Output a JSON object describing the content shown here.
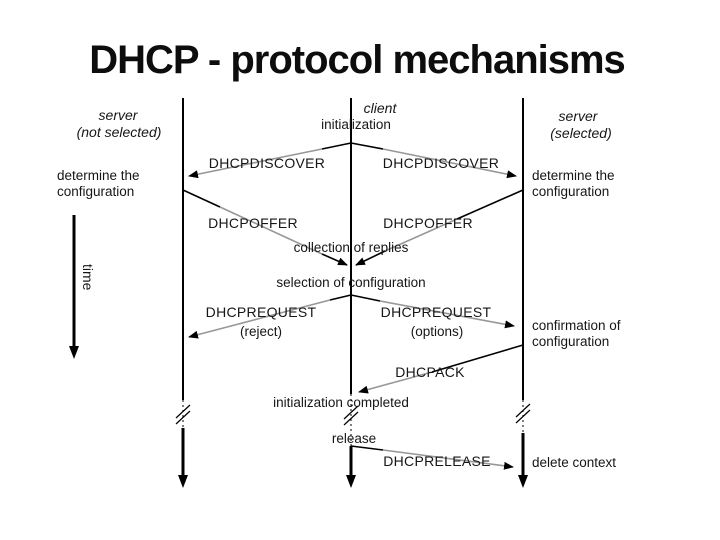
{
  "title": "DHCP - protocol mechanisms",
  "colors": {
    "line_black": "#000000",
    "line_gray": "#979797",
    "text": "#161616"
  },
  "lanes": {
    "left": {
      "name": "server",
      "qualifier": "(not selected)"
    },
    "center": {
      "name": "client",
      "state": "initialization"
    },
    "right": {
      "name": "server",
      "qualifier": "(selected)"
    }
  },
  "time_axis": {
    "label": "time"
  },
  "messages": {
    "discover_left": "DHCPDISCOVER",
    "discover_right": "DHCPDISCOVER",
    "offer_left": "DHCPOFFER",
    "offer_right": "DHCPOFFER",
    "request_left": "DHCPREQUEST",
    "request_left_arg": "(reject)",
    "request_right": "DHCPREQUEST",
    "request_right_arg": "(options)",
    "ack": "DHCPACK",
    "release_msg": "DHCPRELEASE"
  },
  "annotations": {
    "determine_left": "determine the configuration",
    "determine_right": "determine the configuration",
    "collection": "collection of replies",
    "selection": "selection of configuration",
    "confirmation": "confirmation of configuration",
    "init_completed": "initialization completed",
    "release": "release",
    "delete_context": "delete context"
  }
}
